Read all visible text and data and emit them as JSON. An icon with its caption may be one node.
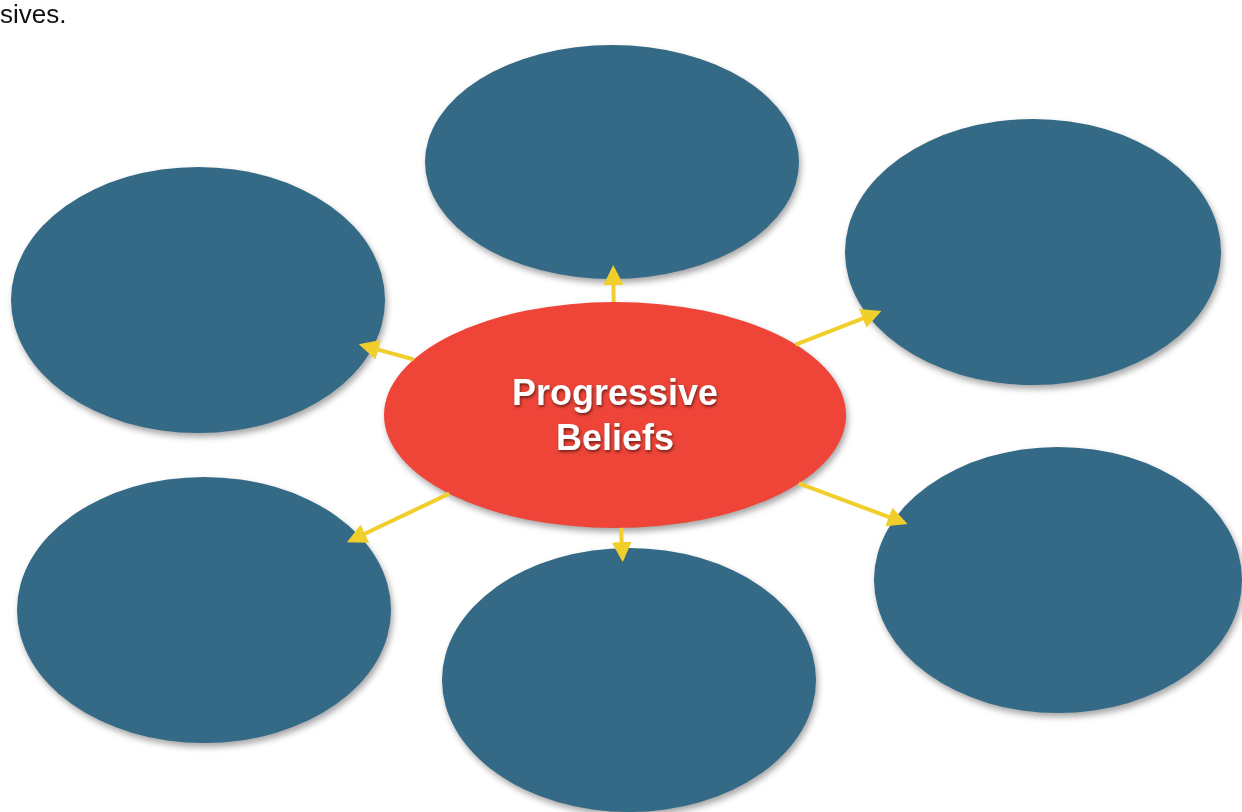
{
  "diagram": {
    "nodes": [
      {
        "text": [
          "Progressive Beliefs"
        ]
      },
      {
        "text": [],
        "shape": "ellipse"
      },
      {
        "text": [],
        "shape": "ellipse"
      },
      {
        "text": [],
        "shape": "ellipse"
      },
      {
        "text": [],
        "shape": "ellipse"
      },
      {
        "text": [],
        "shape": "ellipse"
      },
      {
        "text": [],
        "shape": "ellipse"
      }
    ],
    "edges": [
      {
        "from": 0,
        "to": 1,
        "arrow": "to"
      },
      {
        "from": 0,
        "to": 2,
        "arrow": "to"
      },
      {
        "from": 0,
        "to": 3,
        "arrow": "to"
      },
      {
        "from": 0,
        "to": 4,
        "arrow": "to"
      },
      {
        "from": 0,
        "to": 5,
        "arrow": "to"
      },
      {
        "from": 0,
        "to": 6,
        "arrow": "to"
      }
    ],
    "labels": [
      "sives."
    ]
  }
}
